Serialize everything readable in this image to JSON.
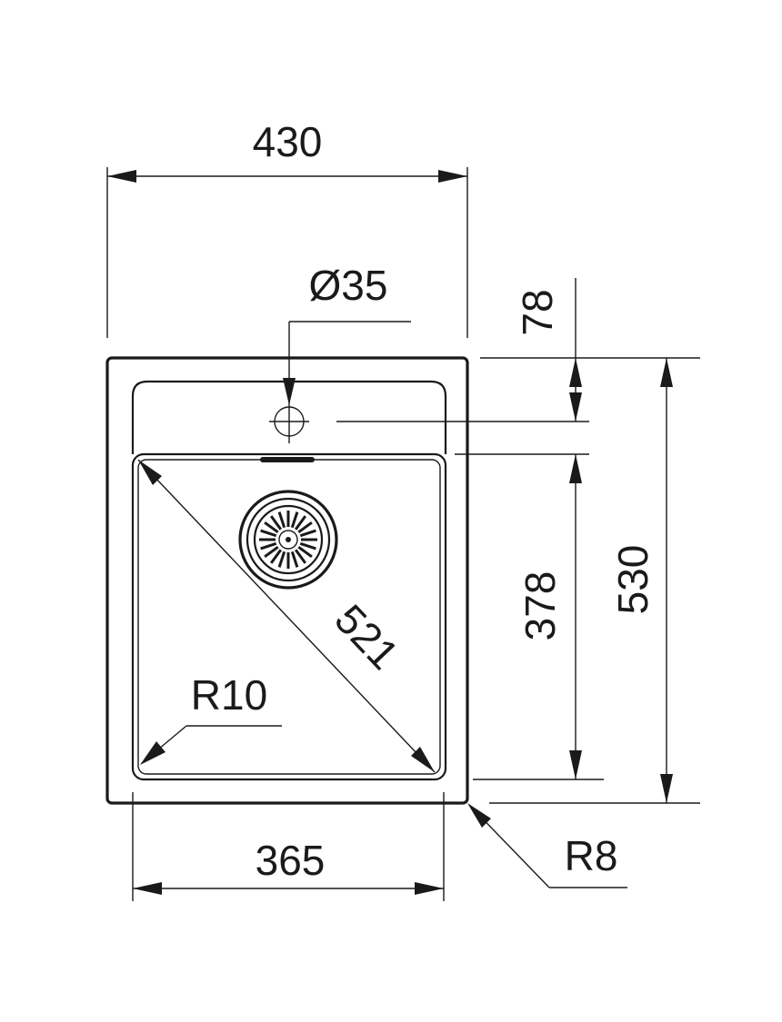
{
  "drawing": {
    "dimensions": {
      "overall_width": "430",
      "tap_hole_diameter": "Ø35",
      "tap_offset": "78",
      "bowl_depth": "378",
      "overall_depth": "530",
      "diagonal": "521",
      "inner_radius": "R10",
      "bowl_width": "365",
      "outer_radius": "R8"
    }
  }
}
